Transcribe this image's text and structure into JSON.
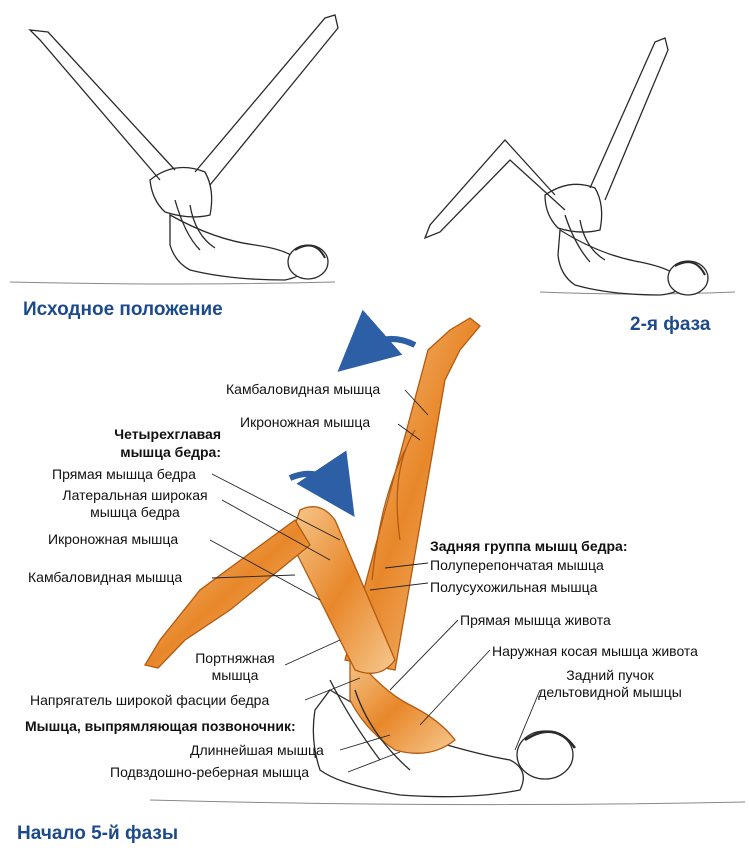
{
  "captions": {
    "start": "Исходное положение",
    "phase2": "2-я фаза",
    "phase5": "Начало 5-й фазы"
  },
  "labels": {
    "soleus_top": "Камбаловидная мышца",
    "gastroc_top": "Икроножная мышца",
    "quad_group_line1": "Четырехглавая",
    "quad_group_line2": "мышца бедра:",
    "rectus_femoris": "Прямая мышца бедра",
    "vastus_lateralis_line1": "Латеральная широкая",
    "vastus_lateralis_line2": "мышца бедра",
    "gastroc_left": "Икроножная мышца",
    "soleus_left": "Камбаловидная мышца",
    "sartorius_line1": "Портняжная",
    "sartorius_line2": "мышца",
    "tfl": "Напрягатель широкой фасции бедра",
    "erector_group": "Мышца, выпрямляющая позвоночник:",
    "longissimus": "Длиннейшая мышца",
    "iliocostalis": "Подвздошно-реберная мышца",
    "hamstring_group": "Задняя группа мышц бедра:",
    "semimembranosus": "Полуперепончатая мышца",
    "semitendinosus": "Полусухожильная мышца",
    "rectus_abdominis": "Прямая мышца живота",
    "external_oblique": "Наружная косая мышца живота",
    "posterior_deltoid_line1": "Задний пучок",
    "posterior_deltoid_line2": "дельтовидной мышцы"
  },
  "colors": {
    "caption": "#1d4a8c",
    "arrow": "#2d5fa6",
    "muscle": "#e8872a",
    "muscle_light": "#f6c98f",
    "outline": "#2a2a2a"
  }
}
